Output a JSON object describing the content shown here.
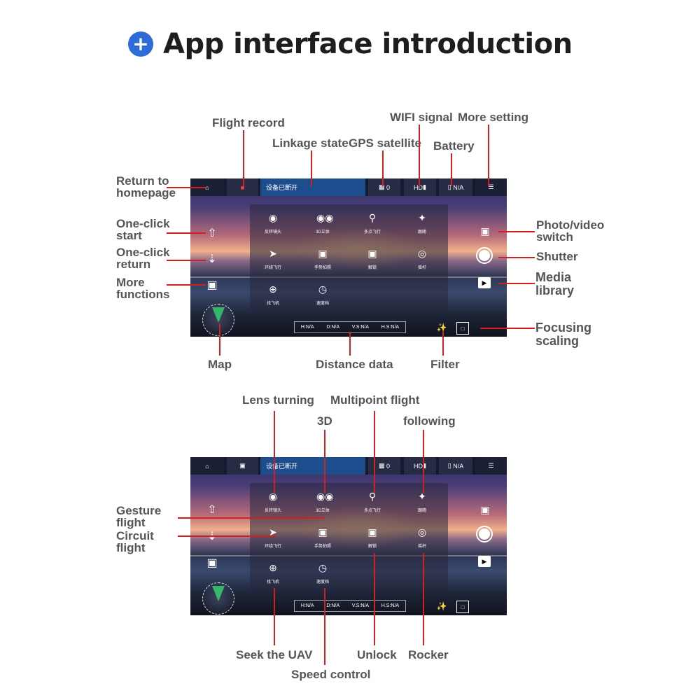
{
  "title": "App interface introduction",
  "screen": {
    "link_state": "设备已断开",
    "gps": "0",
    "wifi": "HD",
    "battery": "N/A",
    "menu": [
      {
        "label": "反转镜头",
        "icon": "lens-turn-icon"
      },
      {
        "label": "3D立体",
        "icon": "3d-icon"
      },
      {
        "label": "多点飞行",
        "icon": "multipoint-icon"
      },
      {
        "label": "跟随",
        "icon": "follow-icon"
      },
      {
        "label": "环绕飞行",
        "icon": "circuit-icon"
      },
      {
        "label": "手势拍照",
        "icon": "gesture-icon"
      },
      {
        "label": "解锁",
        "icon": "lock-icon"
      },
      {
        "label": "摇杆",
        "icon": "rocker-icon"
      },
      {
        "label": "找飞机",
        "icon": "seek-icon"
      },
      {
        "label": "速度档",
        "icon": "speed-icon"
      }
    ],
    "distance": [
      "H:N/A",
      "D:N/A",
      "V.S:N/A",
      "H.S:N/A"
    ]
  },
  "labels1": {
    "flight_record": "Flight record",
    "linkage_state": "Linkage state",
    "gps_satellite": "GPS satellite",
    "wifi_signal": "WIFI signal",
    "battery": "Battery",
    "more_setting": "More setting",
    "return_to": "Return to",
    "homepage": "homepage",
    "one_click": "One-click",
    "start": "start",
    "one_click2": "One-click",
    "return": "return",
    "more": "More",
    "functions": "functions",
    "photo_video": "Photo/video",
    "switch": "switch",
    "shutter": "Shutter",
    "media": "Media",
    "library": "library",
    "focusing": "Focusing",
    "scaling": "scaling",
    "map": "Map",
    "distance_data": "Distance data",
    "filter": "Filter"
  },
  "labels2": {
    "lens_turning": "Lens turning",
    "multipoint_flight": "Multipoint flight",
    "three_d": "3D",
    "following": "following",
    "gesture": "Gesture",
    "flight_a": "flight",
    "circuit": "Circuit",
    "flight_b": "flight",
    "seek": "Seek the UAV",
    "unlock": "Unlock",
    "rocker": "Rocker",
    "speed": "Speed control"
  }
}
